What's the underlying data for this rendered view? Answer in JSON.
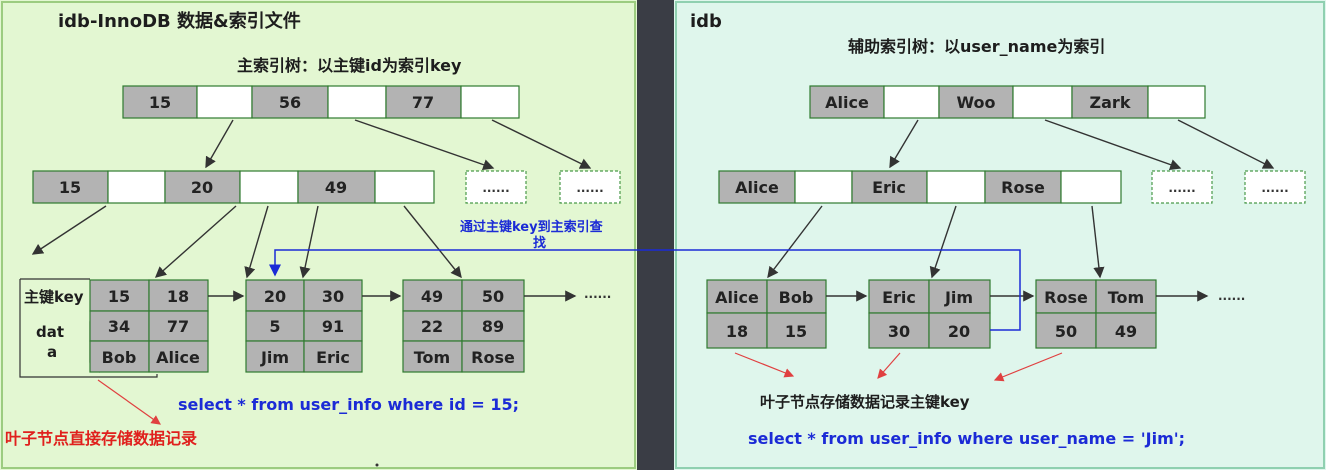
{
  "left": {
    "title": "idb-InnoDB 数据&索引文件",
    "tree_title": "主索引树：以主键id为索引key",
    "root_keys": [
      "15",
      "56",
      "77"
    ],
    "level2_keys": [
      "15",
      "20",
      "49"
    ],
    "dots": [
      "......",
      "......",
      "......"
    ],
    "leaf1": {
      "keys": [
        "15",
        "18"
      ],
      "data": [
        [
          "34",
          "77"
        ],
        [
          "Bob",
          "Alice"
        ]
      ]
    },
    "leaf2": {
      "keys": [
        "20",
        "30"
      ],
      "data": [
        [
          "5",
          "91"
        ],
        [
          "Jim",
          "Eric"
        ]
      ]
    },
    "leaf3": {
      "keys": [
        "49",
        "50"
      ],
      "data": [
        [
          "22",
          "89"
        ],
        [
          "Tom",
          "Rose"
        ]
      ]
    },
    "key_label": "主键key",
    "data_label_1": "dat",
    "data_label_2": "a",
    "sql": "select  * from user_info  where id = 15;",
    "note": "叶子节点直接存储数据记录"
  },
  "right": {
    "title": "idb",
    "tree_title": "辅助索引树：以user_name为索引",
    "root_keys": [
      "Alice",
      "Woo",
      "Zark"
    ],
    "level2_keys": [
      "Alice",
      "Eric",
      "Rose"
    ],
    "dots": [
      "......",
      "......",
      "......"
    ],
    "leaf1": {
      "keys": [
        "Alice",
        "Bob"
      ],
      "pks": [
        "18",
        "15"
      ]
    },
    "leaf2": {
      "keys": [
        "Eric",
        "Jim"
      ],
      "pks": [
        "30",
        "20"
      ]
    },
    "leaf3": {
      "keys": [
        "Rose",
        "Tom"
      ],
      "pks": [
        "50",
        "49"
      ]
    },
    "note": "叶子节点存储数据记录主键key",
    "sql": "select  * from user_info  where user_name = 'Jim';"
  },
  "lookup_note_1": "通过主键key到主索引查",
  "lookup_note_2": "找",
  "colors": {
    "left_bg": "#e3f7d2",
    "right_bg": "#dff6ec",
    "node_gray": "#b3b3b3",
    "sql_blue": "#1b2bd6",
    "note_red": "#e0201d"
  }
}
